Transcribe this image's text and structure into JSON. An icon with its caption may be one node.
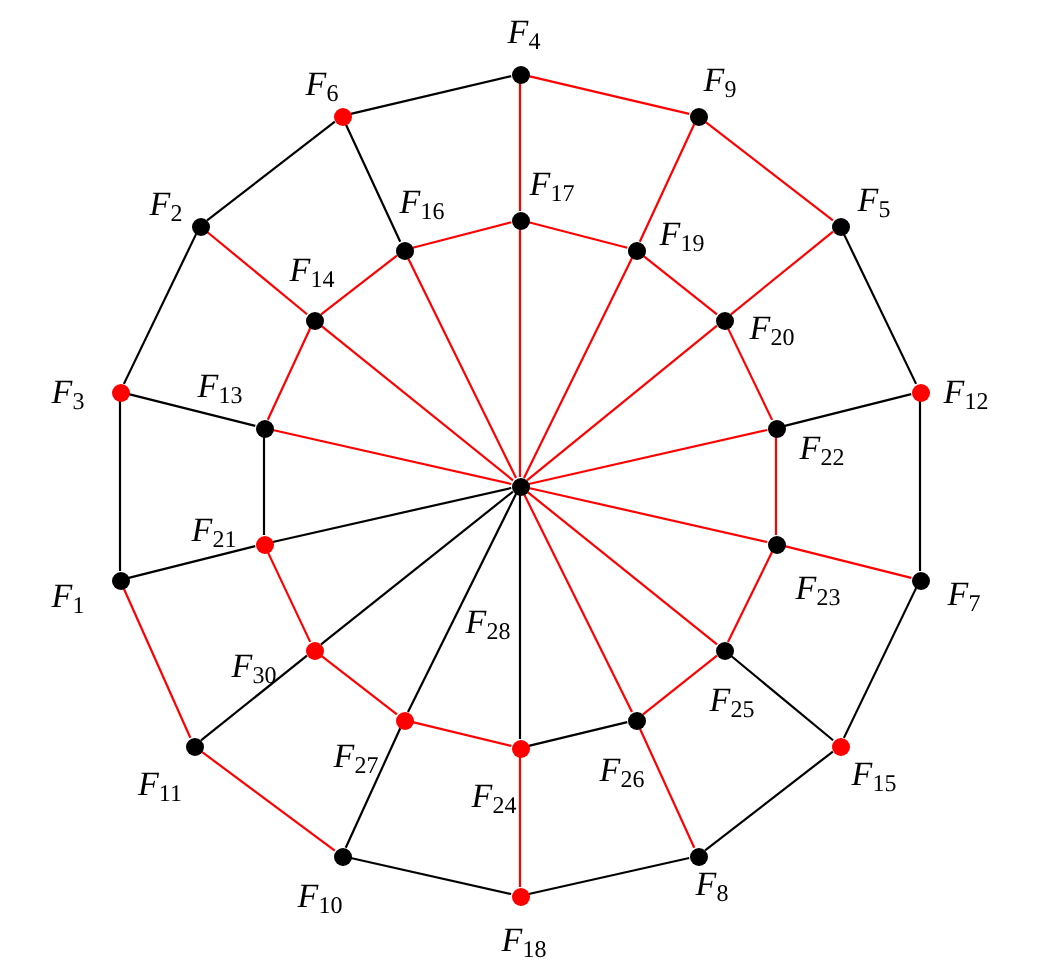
{
  "diagram": {
    "nodes": [
      {
        "text": [],
        "shape": "circle",
        "beside": [
          "F$_{4}$"
        ]
      },
      {
        "text": [],
        "shape": "circle",
        "beside": [
          "F$_{9}$"
        ]
      },
      {
        "text": [],
        "shape": "circle",
        "beside": [
          "F$_{5}$"
        ]
      },
      {
        "text": [],
        "shape": "circle",
        "beside": [
          "F$_{12}$"
        ]
      },
      {
        "text": [],
        "shape": "circle",
        "beside": [
          "F$_{7}$"
        ]
      },
      {
        "text": [],
        "shape": "circle",
        "beside": [
          "F$_{15}$"
        ]
      },
      {
        "text": [],
        "shape": "circle",
        "beside": [
          "F$_{8}$"
        ]
      },
      {
        "text": [],
        "shape": "circle",
        "beside": [
          "F$_{18}$"
        ]
      },
      {
        "text": [],
        "shape": "circle",
        "beside": [
          "F$_{10}$"
        ]
      },
      {
        "text": [],
        "shape": "circle",
        "beside": [
          "F$_{11}$"
        ]
      },
      {
        "text": [],
        "shape": "circle",
        "beside": [
          "F$_{1}$"
        ]
      },
      {
        "text": [],
        "shape": "circle",
        "beside": [
          "F$_{3}$"
        ]
      },
      {
        "text": [],
        "shape": "circle",
        "beside": [
          "F$_{2}$"
        ]
      },
      {
        "text": [],
        "shape": "circle",
        "beside": [
          "F$_{6}$"
        ]
      },
      {
        "text": [],
        "shape": "circle",
        "beside": [
          "F$_{17}$"
        ]
      },
      {
        "text": [],
        "shape": "circle",
        "beside": [
          "F$_{19}$"
        ]
      },
      {
        "text": [],
        "shape": "circle",
        "beside": [
          "F$_{20}$"
        ]
      },
      {
        "text": [],
        "shape": "circle",
        "beside": [
          "F$_{22}$"
        ]
      },
      {
        "text": [],
        "shape": "circle",
        "beside": [
          "F$_{23}$"
        ]
      },
      {
        "text": [],
        "shape": "circle",
        "beside": [
          "F$_{25}$"
        ]
      },
      {
        "text": [],
        "shape": "circle",
        "beside": [
          "F$_{26}$"
        ]
      },
      {
        "text": [],
        "shape": "circle",
        "beside": [
          "F$_{24}$"
        ]
      },
      {
        "text": [],
        "shape": "circle",
        "beside": [
          "F$_{27}$"
        ]
      },
      {
        "text": [],
        "shape": "circle",
        "beside": [
          "F$_{30}$"
        ]
      },
      {
        "text": [],
        "shape": "circle",
        "beside": [
          "F$_{21}$"
        ]
      },
      {
        "text": [],
        "shape": "circle",
        "beside": [
          "F$_{13}$"
        ]
      },
      {
        "text": [],
        "shape": "circle",
        "beside": [
          "F$_{14}$"
        ]
      },
      {
        "text": [],
        "shape": "circle",
        "beside": [
          "F$_{16}$"
        ]
      },
      {
        "text": [],
        "shape": "circle"
      }
    ],
    "edges": [
      {
        "from": 0,
        "to": 1,
        "arrow": "none"
      },
      {
        "from": 1,
        "to": 2,
        "arrow": "none"
      },
      {
        "from": 2,
        "to": 3,
        "arrow": "none",
        "color": "#000000"
      },
      {
        "from": 3,
        "to": 4,
        "arrow": "none",
        "color": "#000000"
      },
      {
        "from": 4,
        "to": 5,
        "arrow": "none",
        "color": "#000000"
      },
      {
        "from": 5,
        "to": 6,
        "arrow": "none",
        "color": "#000000"
      },
      {
        "from": 6,
        "to": 7,
        "arrow": "none",
        "color": "#000000"
      },
      {
        "from": 7,
        "to": 8,
        "arrow": "none",
        "color": "#000000"
      },
      {
        "from": 8,
        "to": 9,
        "arrow": "none"
      },
      {
        "from": 9,
        "to": 10,
        "arrow": "none"
      },
      {
        "from": 10,
        "to": 11,
        "arrow": "none",
        "color": "#000000"
      },
      {
        "from": 11,
        "to": 12,
        "arrow": "none",
        "color": "#000000"
      },
      {
        "from": 12,
        "to": 13,
        "arrow": "none",
        "color": "#000000"
      },
      {
        "from": 13,
        "to": 0,
        "arrow": "none",
        "color": "#000000"
      },
      {
        "from": 0,
        "to": 14,
        "arrow": "none"
      },
      {
        "from": 1,
        "to": 15,
        "arrow": "none"
      },
      {
        "from": 2,
        "to": 16,
        "arrow": "none"
      },
      {
        "from": 3,
        "to": 17,
        "arrow": "none",
        "color": "#000000"
      },
      {
        "from": 4,
        "to": 18,
        "arrow": "none"
      },
      {
        "from": 5,
        "to": 19,
        "arrow": "none",
        "color": "#000000"
      },
      {
        "from": 6,
        "to": 20,
        "arrow": "none"
      },
      {
        "from": 7,
        "to": 21,
        "arrow": "none"
      },
      {
        "from": 8,
        "to": 22,
        "arrow": "none",
        "color": "#000000"
      },
      {
        "from": 9,
        "to": 23,
        "arrow": "none",
        "color": "#000000"
      },
      {
        "from": 10,
        "to": 24,
        "arrow": "none",
        "color": "#000000"
      },
      {
        "from": 11,
        "to": 25,
        "arrow": "none",
        "color": "#000000"
      },
      {
        "from": 12,
        "to": 26,
        "arrow": "none"
      },
      {
        "from": 13,
        "to": 27,
        "arrow": "none",
        "color": "#000000"
      },
      {
        "from": 14,
        "to": 15,
        "arrow": "none"
      },
      {
        "from": 15,
        "to": 16,
        "arrow": "none"
      },
      {
        "from": 16,
        "to": 17,
        "arrow": "none"
      },
      {
        "from": 17,
        "to": 18,
        "arrow": "none"
      },
      {
        "from": 18,
        "to": 19,
        "arrow": "none"
      },
      {
        "from": 19,
        "to": 20,
        "arrow": "none"
      },
      {
        "from": 20,
        "to": 21,
        "arrow": "none",
        "color": "#000000"
      },
      {
        "from": 21,
        "to": 22,
        "arrow": "none"
      },
      {
        "from": 22,
        "to": 23,
        "arrow": "none"
      },
      {
        "from": 23,
        "to": 24,
        "arrow": "none"
      },
      {
        "from": 24,
        "to": 25,
        "arrow": "none",
        "color": "#000000"
      },
      {
        "from": 25,
        "to": 26,
        "arrow": "none"
      },
      {
        "from": 26,
        "to": 27,
        "arrow": "none"
      },
      {
        "from": 27,
        "to": 14,
        "arrow": "none"
      },
      {
        "from": 28,
        "to": 14,
        "arrow": "none"
      },
      {
        "from": 28,
        "to": 15,
        "arrow": "none"
      },
      {
        "from": 28,
        "to": 16,
        "arrow": "none"
      },
      {
        "from": 28,
        "to": 17,
        "arrow": "none"
      },
      {
        "from": 28,
        "to": 18,
        "arrow": "none"
      },
      {
        "from": 28,
        "to": 19,
        "arrow": "none"
      },
      {
        "from": 28,
        "to": 20,
        "arrow": "none"
      },
      {
        "from": 28,
        "to": 21,
        "arrow": "none",
        "color": "#000000"
      },
      {
        "from": 28,
        "to": 22,
        "arrow": "none",
        "color": "#000000"
      },
      {
        "from": 28,
        "to": 23,
        "arrow": "none",
        "color": "#000000"
      },
      {
        "from": 28,
        "to": 24,
        "arrow": "none",
        "color": "#000000"
      },
      {
        "from": 28,
        "to": 25,
        "arrow": "none"
      },
      {
        "from": 28,
        "to": 26,
        "arrow": "none"
      },
      {
        "from": 28,
        "to": 27,
        "arrow": "none"
      }
    ],
    "labels": [
      "F$_{28}$"
    ]
  }
}
